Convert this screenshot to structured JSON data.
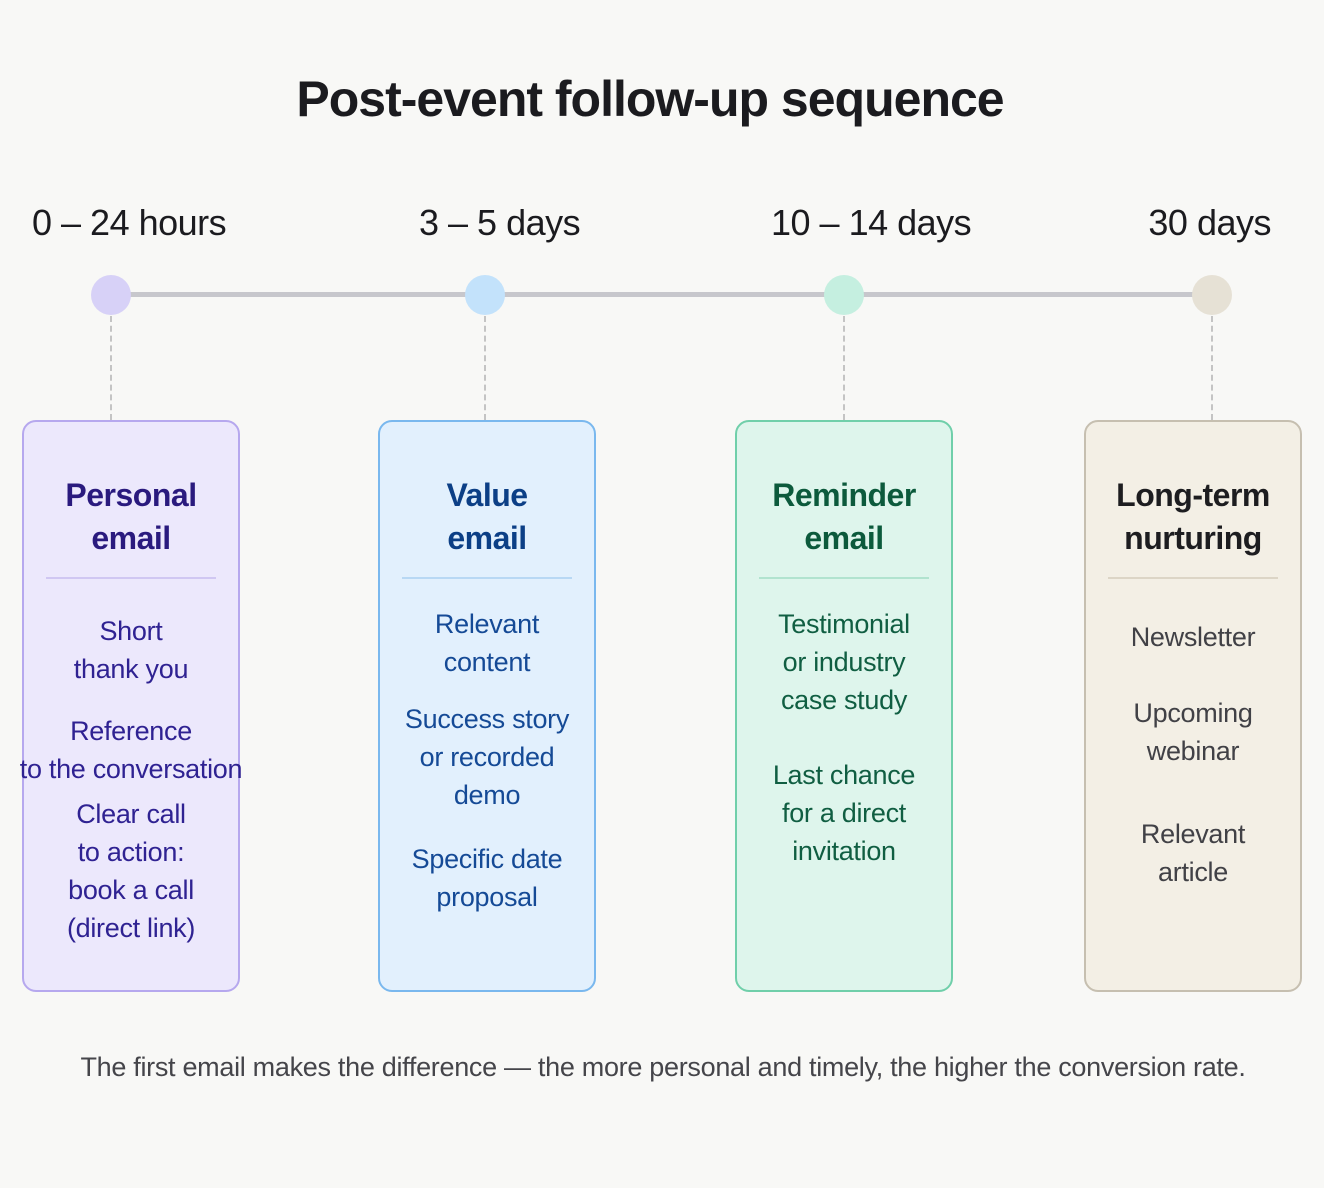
{
  "title": "Post-event follow-up sequence",
  "footer": "The first email makes the difference — the more personal and timely, the higher the conversion rate.",
  "stages": [
    {
      "period": "0 – 24 hours",
      "title": "Personal\nemail",
      "items": [
        "Short\nthank you",
        "Reference\nto the conversation",
        "Clear call\nto action:\nbook a call\n(direct link)"
      ],
      "colors": {
        "dot": "#d7d1f7",
        "border": "#b6a8ee",
        "bg": "#ece8fc",
        "title": "#2a1a7e",
        "text": "#2f2292",
        "divider": "#d0c7f2"
      }
    },
    {
      "period": "3 – 5 days",
      "title": "Value\nemail",
      "items": [
        "Relevant\ncontent",
        "Success story\nor recorded\ndemo",
        "Specific date\nproposal"
      ],
      "colors": {
        "dot": "#c3e2fb",
        "border": "#7ab8ee",
        "bg": "#e2f0fd",
        "title": "#0c3f86",
        "text": "#154a96",
        "divider": "#b8d8f4"
      }
    },
    {
      "period": "10 – 14 days",
      "title": "Reminder\nemail",
      "items": [
        "Testimonial\nor industry\ncase study",
        "Last chance\nfor a direct\ninvitation"
      ],
      "colors": {
        "dot": "#c5efe0",
        "border": "#70cfaa",
        "bg": "#def5ec",
        "title": "#0c5a3c",
        "text": "#105e42",
        "divider": "#b1e3cf"
      }
    },
    {
      "period": "30 days",
      "title": "Long-term\nnurturing",
      "items": [
        "Newsletter",
        "Upcoming\nwebinar",
        "Relevant\narticle"
      ],
      "colors": {
        "dot": "#e6e1d5",
        "border": "#c6bfb0",
        "bg": "#f3efe5",
        "title": "#1d1d20",
        "text": "#414146",
        "divider": "#dcd5c6"
      }
    }
  ]
}
